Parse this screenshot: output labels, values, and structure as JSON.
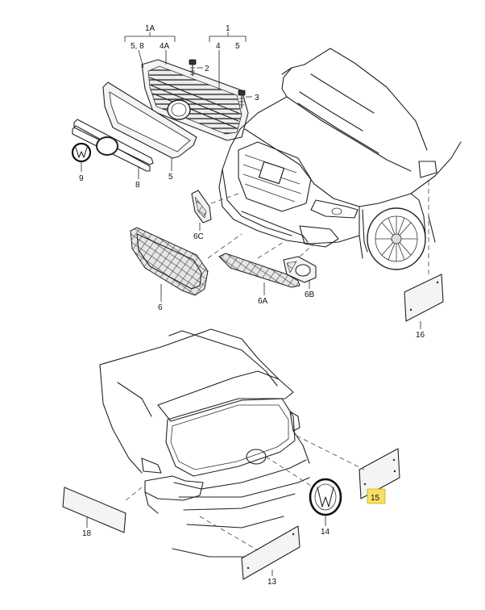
{
  "callouts": {
    "c1": "1",
    "c1A": "1A",
    "c2": "2",
    "c3": "3",
    "c4": "4",
    "c5": "5",
    "c4A": "4A",
    "c58": "5, 8",
    "c5b": "5",
    "c6": "6",
    "c6A": "6A",
    "c6B": "6B",
    "c6C": "6C",
    "c8": "8",
    "c9": "9",
    "c13": "13",
    "c14": "14",
    "c15": "15",
    "c16": "16",
    "c18": "18"
  },
  "highlight": {
    "callout": "15",
    "color": "#f7e064"
  },
  "emblem": {
    "front": "vw-logo",
    "rear": "vw-logo"
  }
}
